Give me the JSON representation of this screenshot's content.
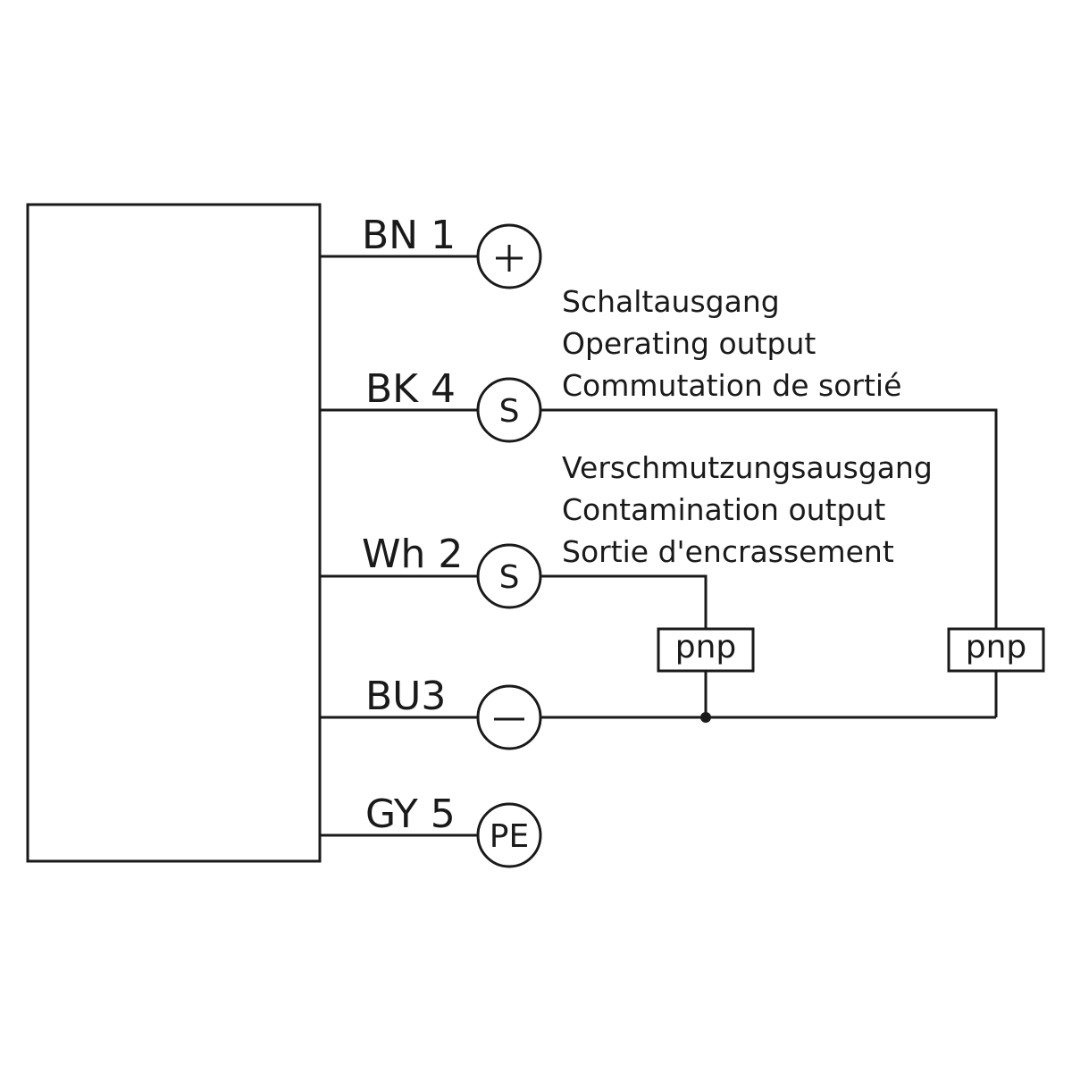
{
  "wires": [
    {
      "id": "bn1",
      "label": "BN 1",
      "terminal": "+"
    },
    {
      "id": "bk4",
      "label": "BK 4",
      "terminal": "S"
    },
    {
      "id": "wh2",
      "label": "Wh 2",
      "terminal": "S"
    },
    {
      "id": "bu3",
      "label": "BU3",
      "terminal": "−"
    },
    {
      "id": "gy5",
      "label": "GY 5",
      "terminal": "PE"
    }
  ],
  "descriptions": {
    "switching_output": [
      "Schaltausgang",
      "Operating output",
      "Commutation de sortié"
    ],
    "contamination_output": [
      "Verschmutzungsausgang",
      "Contamination output",
      "Sortie d'encrassement"
    ]
  },
  "pnp_boxes": [
    "pnp",
    "pnp"
  ]
}
